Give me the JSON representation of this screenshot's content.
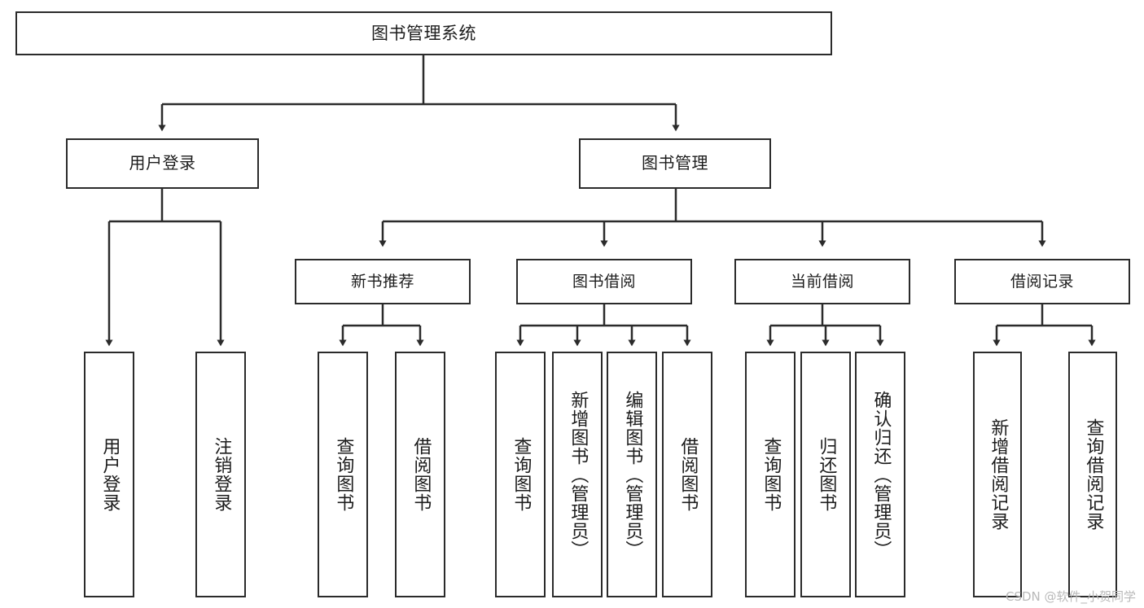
{
  "diagram": {
    "title": "图书管理系统",
    "type": "tree-hierarchy-chart",
    "root": {
      "label": "图书管理系统"
    },
    "level2": [
      {
        "label": "用户登录"
      },
      {
        "label": "图书管理"
      }
    ],
    "level3": [
      {
        "label": "新书推荐"
      },
      {
        "label": "图书借阅"
      },
      {
        "label": "当前借阅"
      },
      {
        "label": "借阅记录"
      }
    ],
    "leaves": [
      {
        "label": "用户登录"
      },
      {
        "label": "注销登录"
      },
      {
        "label": "查询图书"
      },
      {
        "label": "借阅图书"
      },
      {
        "label": "查询图书"
      },
      {
        "label": "新增图书（管理员）"
      },
      {
        "label": "编辑图书（管理员）"
      },
      {
        "label": "借阅图书"
      },
      {
        "label": "查询图书"
      },
      {
        "label": "归还图书"
      },
      {
        "label": "确认归还（管理员）"
      },
      {
        "label": "新增借阅记录"
      },
      {
        "label": "查询借阅记录"
      }
    ]
  },
  "watermark": {
    "text": "CSDN @软件_小贺同学"
  },
  "colors": {
    "stroke": "#2b2b2b",
    "fill": "#ffffff",
    "text": "#1c1c1c",
    "watermark": "#b9b9b9"
  }
}
